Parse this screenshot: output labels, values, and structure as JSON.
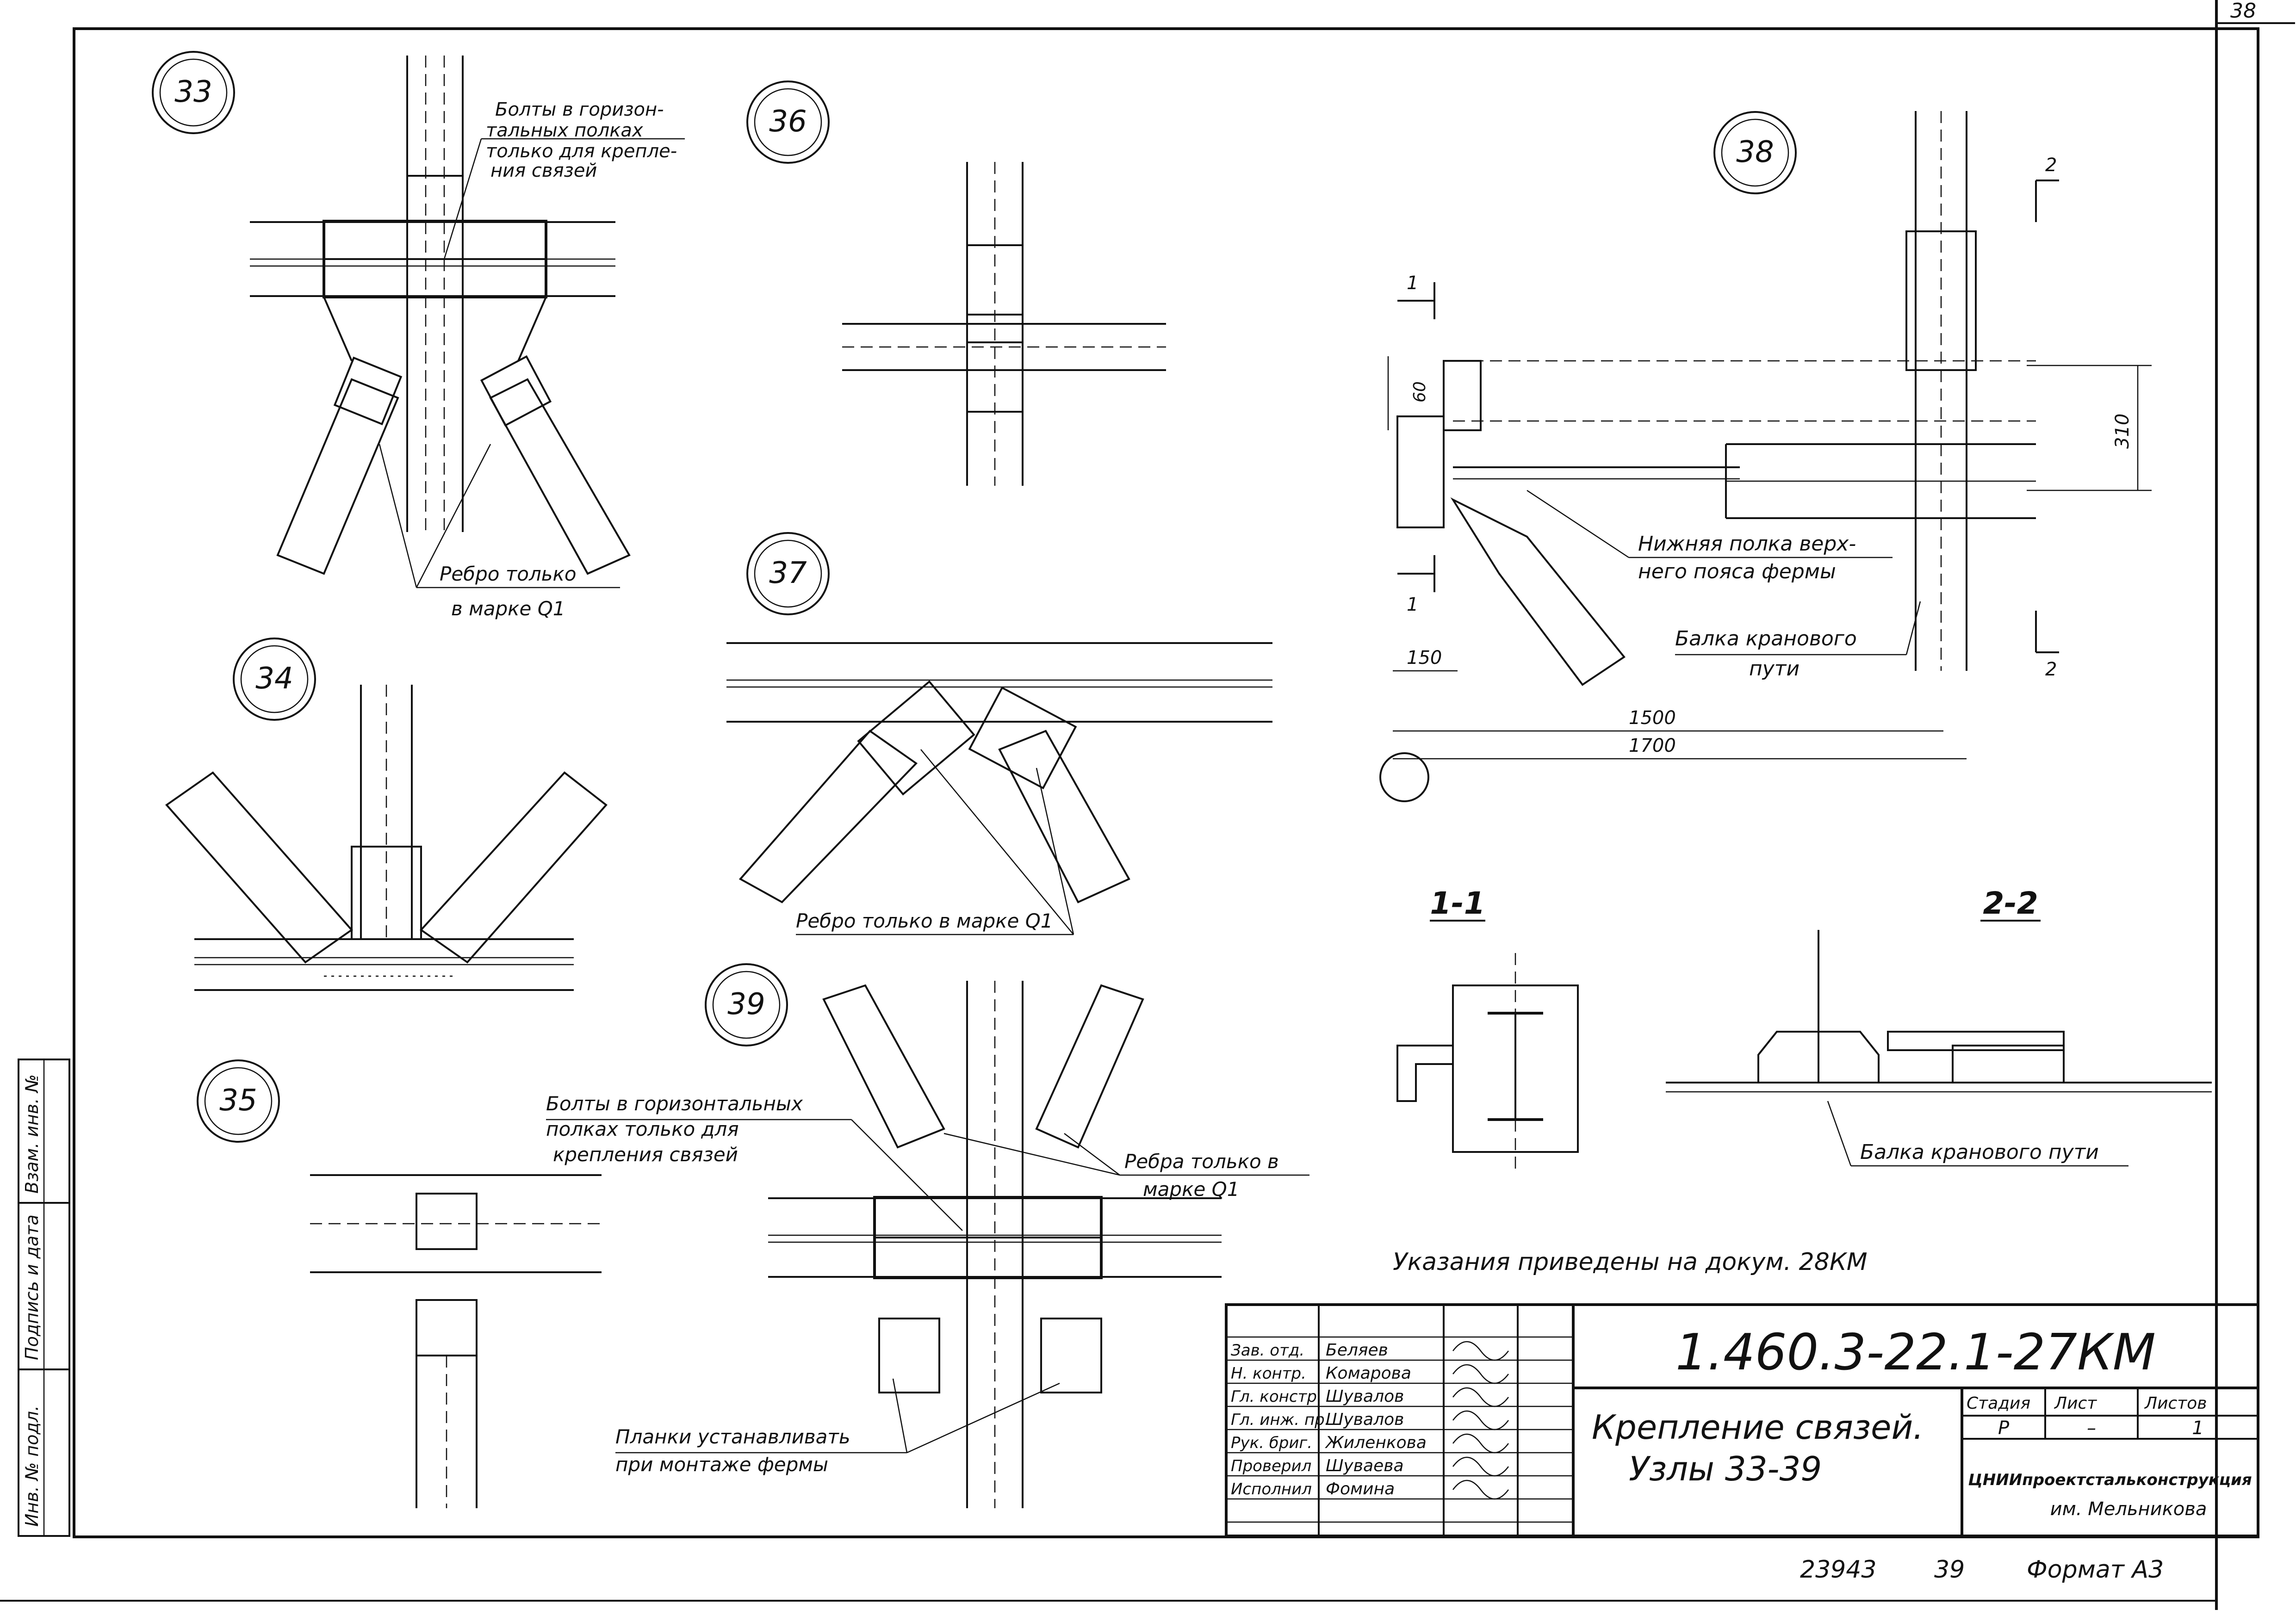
{
  "sheet": {
    "corner_number": "38"
  },
  "nodes": {
    "n33": {
      "id": "33"
    },
    "n34": {
      "id": "34"
    },
    "n35": {
      "id": "35"
    },
    "n36": {
      "id": "36"
    },
    "n37": {
      "id": "37"
    },
    "n38": {
      "id": "38"
    },
    "n39": {
      "id": "39"
    }
  },
  "notes": {
    "n33_bolts": [
      "Болты в горизон-",
      "тальных полках",
      "только для крепле-",
      "ния связей"
    ],
    "n33_rib": [
      "Ребро только",
      "в марке Q1"
    ],
    "n37_rib": "Ребро только в марке Q1",
    "n38_lower_flange": [
      "Нижняя полка верх-",
      "него пояса фермы"
    ],
    "n38_beam": [
      "Балка кранового",
      "пути"
    ],
    "n39_bolts": [
      "Болты в горизонтальных",
      "полках только для",
      "крепления связей"
    ],
    "n39_rib": [
      "Ребра только в",
      "марке Q1"
    ],
    "n39_plates": [
      "Планки устанавливать",
      "при монтаже фермы"
    ],
    "sec22_beam": "Балка кранового пути",
    "reference": "Указания приведены на докум. 28КМ"
  },
  "dimensions": {
    "d60": "60",
    "d310": "310",
    "d150": "150",
    "d1500": "1500",
    "d1700": "1700"
  },
  "sections": {
    "s11": "1-1",
    "s22": "2-2",
    "mark1": "1",
    "mark2": "2"
  },
  "side_stamp": [
    "Инв. № подл.",
    "Подпись и дата",
    "Взам. инв. №"
  ],
  "title_block": {
    "code": "1.460.3-22.1-27КМ",
    "title": [
      "Крепление связей.",
      "Узлы 33-39"
    ],
    "roles": [
      "Зав. отд.",
      "Н. контр.",
      "Гл. констр.",
      "Гл. инж. пр.",
      "Рук. бриг.",
      "Проверил",
      "Исполнил"
    ],
    "names": [
      "Беляев",
      "Комарова",
      "Шувалов",
      "Шувалов",
      "Жиленкова",
      "Шуваева",
      "Фомина"
    ],
    "stage_header": "Стадия",
    "sheet_header": "Лист",
    "sheets_header": "Листов",
    "stage": "Р",
    "sheet": "–",
    "sheets": "1",
    "org": "ЦНИИпроектстальконструкция",
    "org2": "им. Мельникова"
  },
  "footer": {
    "number": "23943",
    "copy": "39",
    "format": "Формат А3"
  }
}
